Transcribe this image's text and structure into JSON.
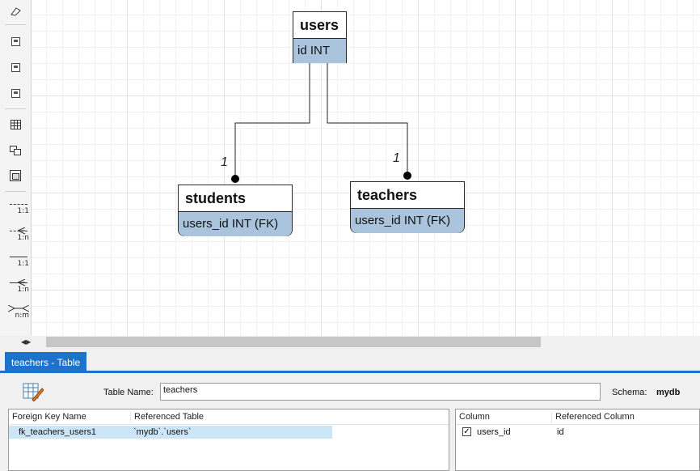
{
  "diagram": {
    "entities": {
      "users": {
        "name": "users",
        "attribute": "id INT"
      },
      "students": {
        "name": "students",
        "attribute": "users_id INT (FK)"
      },
      "teachers": {
        "name": "teachers",
        "attribute": "users_id INT (FK)"
      }
    },
    "cardinality": {
      "students": "1",
      "teachers": "1"
    }
  },
  "toolbar": {
    "relationship_labels": [
      "1:1",
      "1:n",
      "1:1",
      "1:n",
      "n:m"
    ]
  },
  "editor": {
    "tab_label": "teachers - Table",
    "table_name_label": "Table Name:",
    "table_name_value": "teachers",
    "schema_label": "Schema:",
    "schema_value": "mydb",
    "fk_grid": {
      "columns": [
        "Foreign Key Name",
        "Referenced Table"
      ],
      "rows": [
        {
          "name": "fk_teachers_users1",
          "ref_table": "`mydb`.`users`"
        }
      ]
    },
    "col_grid": {
      "columns": [
        "Column",
        "Referenced Column"
      ],
      "rows": [
        {
          "checked": true,
          "column": "users_id",
          "ref_column": "id"
        }
      ]
    }
  }
}
